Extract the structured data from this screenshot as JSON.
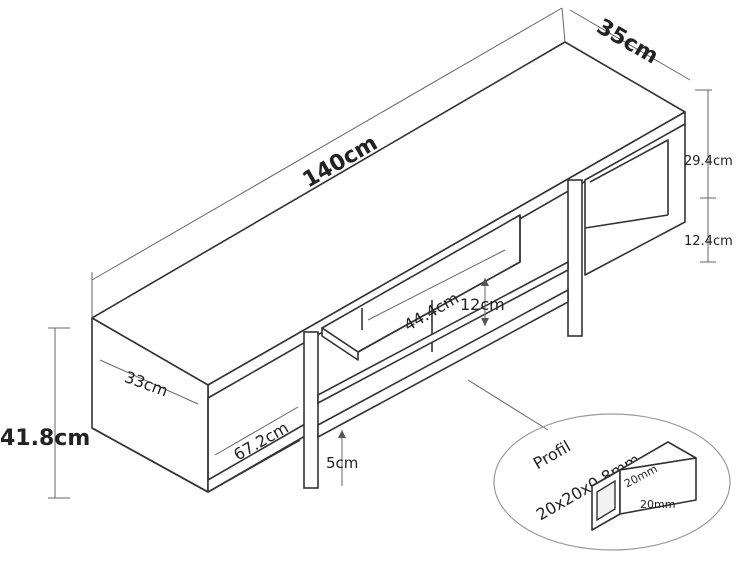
{
  "dimensions": {
    "width": "140cm",
    "depth": "35cm",
    "height": "41.8cm",
    "shelf_depth": "33cm",
    "compartment_width": "67.2cm",
    "upper_shelf_width": "44.4cm",
    "upper_shelf_height": "12cm",
    "right_upper_height": "29.4cm",
    "right_lower_height": "12.4cm",
    "leg_clearance": "5cm"
  },
  "profile": {
    "label": "Profil",
    "spec": "20x20x0.8mm",
    "side_a": "20mm",
    "side_b": "20mm"
  }
}
